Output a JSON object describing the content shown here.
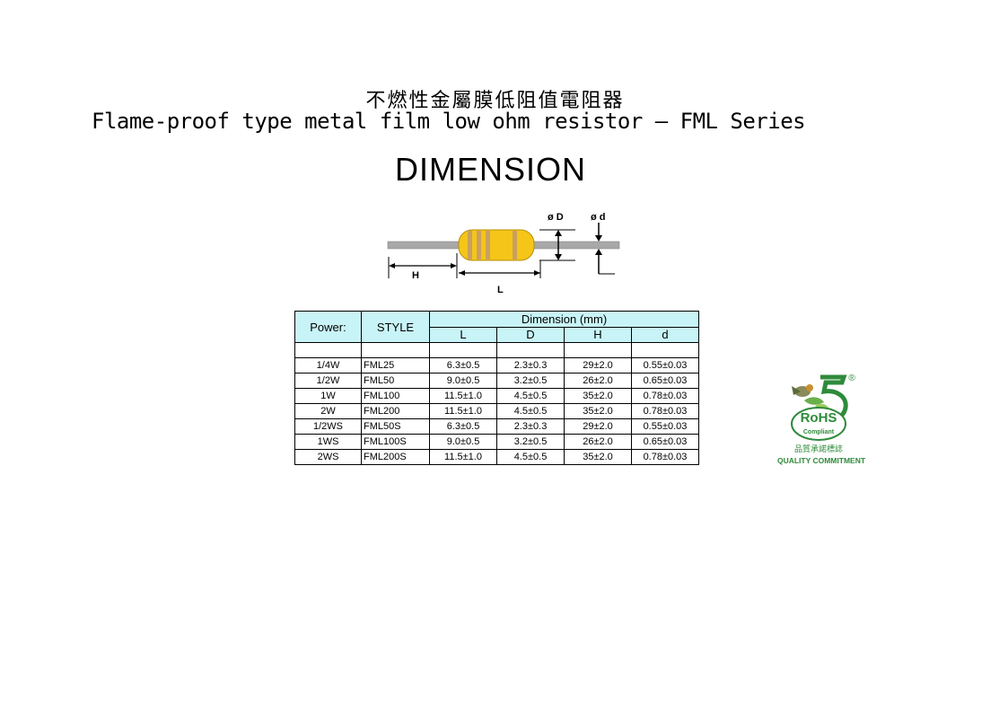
{
  "title_cn": "不燃性金屬膜低阻值電阻器",
  "title_en": "Flame-proof type metal film low ohm resistor – FML Series",
  "heading": "DIMENSION",
  "diagram": {
    "label_D": "ø D",
    "label_d": "ø d",
    "label_H": "H",
    "label_L": "L"
  },
  "table": {
    "col_power": "Power:",
    "col_style": "STYLE",
    "col_dimension": "Dimension (mm)",
    "sub_cols": [
      "L",
      "D",
      "H",
      "d"
    ],
    "rows": [
      {
        "power": "1/4W",
        "style": "FML25",
        "L": "6.3±0.5",
        "D": "2.3±0.3",
        "H": "29±2.0",
        "d": "0.55±0.03"
      },
      {
        "power": "1/2W",
        "style": "FML50",
        "L": "9.0±0.5",
        "D": "3.2±0.5",
        "H": "26±2.0",
        "d": "0.65±0.03"
      },
      {
        "power": "1W",
        "style": "FML100",
        "L": "11.5±1.0",
        "D": "4.5±0.5",
        "H": "35±2.0",
        "d": "0.78±0.03"
      },
      {
        "power": "2W",
        "style": "FML200",
        "L": "11.5±1.0",
        "D": "4.5±0.5",
        "H": "35±2.0",
        "d": "0.78±0.03"
      },
      {
        "power": "1/2WS",
        "style": "FML50S",
        "L": "6.3±0.5",
        "D": "2.3±0.3",
        "H": "29±2.0",
        "d": "0.55±0.03"
      },
      {
        "power": "1WS",
        "style": "FML100S",
        "L": "9.0±0.5",
        "D": "3.2±0.5",
        "H": "26±2.0",
        "d": "0.65±0.03"
      },
      {
        "power": "2WS",
        "style": "FML200S",
        "L": "11.5±1.0",
        "D": "4.5±0.5",
        "H": "35±2.0",
        "d": "0.78±0.03"
      }
    ]
  },
  "logo": {
    "rohs": "RoHS",
    "compliant": "Compliant",
    "registered": "®",
    "cn_text": "品質承諾標誌",
    "commitment": "QUALITY COMMITMENT"
  },
  "colors": {
    "table_header": "#c8f4f8",
    "resistor_body": "#f5c518",
    "lead": "#a8a8a8",
    "logo_green": "#2e8b3a"
  }
}
